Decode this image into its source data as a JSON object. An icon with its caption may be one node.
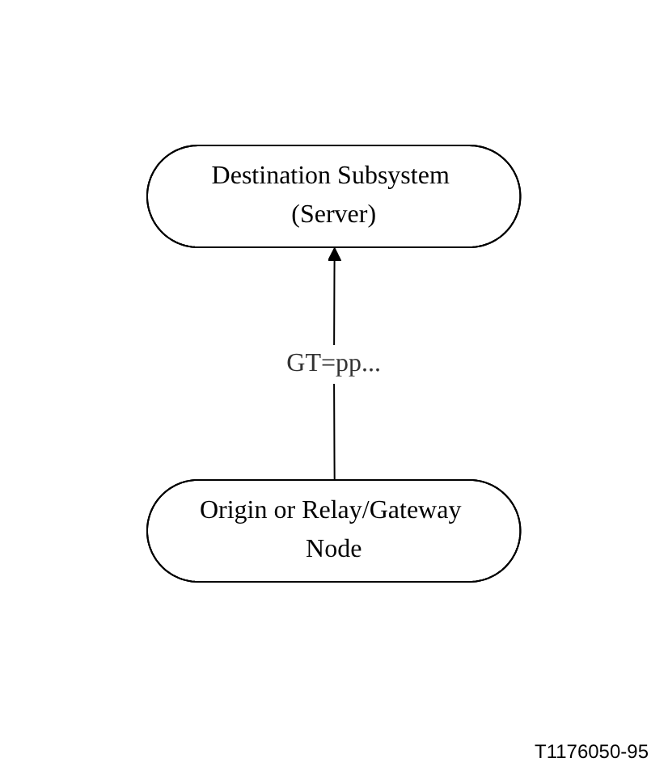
{
  "diagram": {
    "nodes": [
      {
        "text": [
          "Destination Subsystem (Server)"
        ]
      },
      {
        "text": [
          "Origin or Relay/Gateway Node"
        ]
      }
    ],
    "edges": [
      {
        "from": 1,
        "to": 0,
        "arrow": "to",
        "label": "GT=pp..."
      }
    ],
    "labels": [
      "T1176050-95"
    ]
  }
}
